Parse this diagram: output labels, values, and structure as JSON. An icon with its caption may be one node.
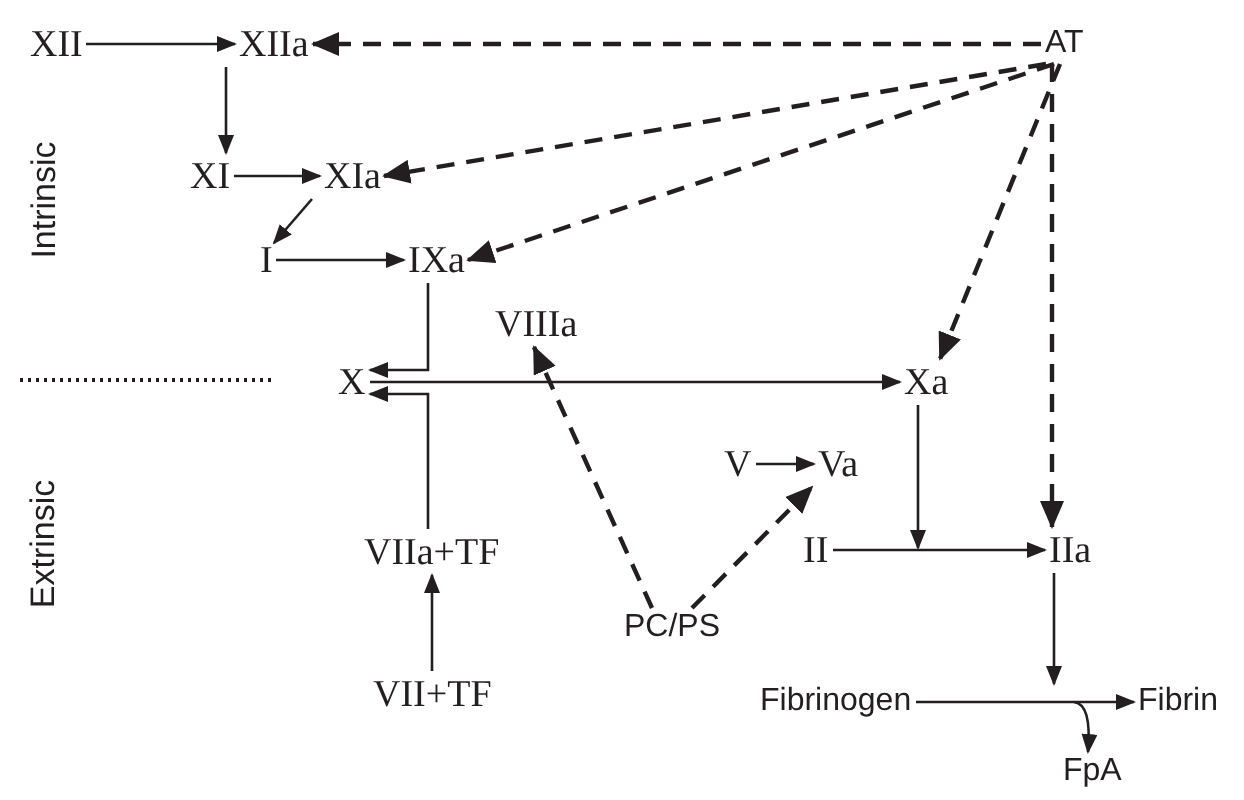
{
  "diagram": {
    "nodes": [
      {
        "text": [
          "XII"
        ]
      },
      {
        "text": [
          "XIIa"
        ]
      },
      {
        "text": [
          "AT"
        ]
      },
      {
        "text": [
          "XI"
        ]
      },
      {
        "text": [
          "XIa"
        ]
      },
      {
        "text": [
          "I"
        ]
      },
      {
        "text": [
          "IXa"
        ]
      },
      {
        "text": [
          "VIIIa"
        ]
      },
      {
        "text": [
          "X"
        ]
      },
      {
        "text": [
          "Xa"
        ]
      },
      {
        "text": [
          "V"
        ]
      },
      {
        "text": [
          "Va"
        ]
      },
      {
        "text": [
          "VIIa+TF"
        ]
      },
      {
        "text": [
          "II"
        ]
      },
      {
        "text": [
          "IIa"
        ]
      },
      {
        "text": [
          "PC/PS"
        ]
      },
      {
        "text": [
          "VII+TF"
        ]
      },
      {
        "text": [
          "Fibrinogen"
        ]
      },
      {
        "text": [
          "Fibrin"
        ]
      },
      {
        "text": [
          "FpA"
        ]
      }
    ],
    "edges": [
      {
        "from": 0,
        "to": 1,
        "arrow": "to"
      },
      {
        "from": 2,
        "to": 1,
        "arrow": "to",
        "style": "dashed"
      },
      {
        "from": 1,
        "to": 3,
        "arrow": "to"
      },
      {
        "from": 3,
        "to": 4,
        "arrow": "to"
      },
      {
        "from": 2,
        "to": 4,
        "arrow": "to",
        "style": "dashed"
      },
      {
        "from": 4,
        "to": 5,
        "arrow": "to"
      },
      {
        "from": 5,
        "to": 6,
        "arrow": "to"
      },
      {
        "from": 2,
        "to": 6,
        "arrow": "to",
        "style": "dashed"
      },
      {
        "from": 6,
        "to": 8,
        "arrow": "to"
      },
      {
        "from": 8,
        "to": 9,
        "arrow": "to"
      },
      {
        "from": 12,
        "to": 8,
        "arrow": "to"
      },
      {
        "from": 2,
        "to": 9,
        "arrow": "to",
        "style": "dashed"
      },
      {
        "from": 15,
        "to": 7,
        "arrow": "to",
        "style": "dashed"
      },
      {
        "from": 15,
        "to": 11,
        "arrow": "to",
        "style": "dashed"
      },
      {
        "from": 16,
        "to": 12,
        "arrow": "to"
      },
      {
        "from": 10,
        "to": 11,
        "arrow": "to"
      },
      {
        "from": 9,
        "to": null,
        "arrow": "to"
      },
      {
        "from": 13,
        "to": 14,
        "arrow": "to"
      },
      {
        "from": 2,
        "to": 14,
        "arrow": "to",
        "style": "dashed"
      },
      {
        "from": 14,
        "to": null,
        "arrow": "to"
      },
      {
        "from": 17,
        "to": 18,
        "arrow": "to"
      },
      {
        "from": null,
        "to": 19,
        "arrow": "to"
      }
    ],
    "labels": [
      "Intrinsic",
      "Extrinsic"
    ]
  }
}
